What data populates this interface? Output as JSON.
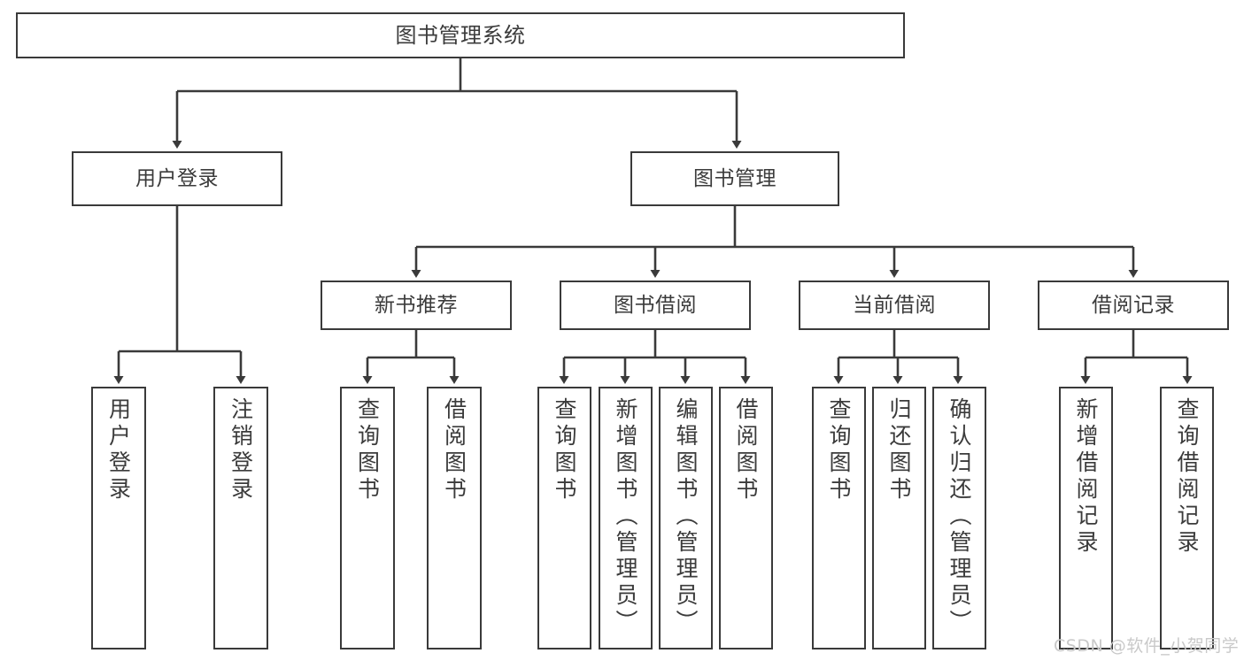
{
  "diagram": {
    "title": "图书管理系统",
    "type": "functional-structure-tree",
    "root": {
      "label": "图书管理系统"
    },
    "level2": [
      {
        "label": "用户登录"
      },
      {
        "label": "图书管理"
      }
    ],
    "level3": [
      {
        "label": "新书推荐"
      },
      {
        "label": "图书借阅"
      },
      {
        "label": "当前借阅"
      },
      {
        "label": "借阅记录"
      }
    ],
    "leaves": {
      "user_login": [
        {
          "label": "用户登录"
        },
        {
          "label": "注销登录"
        }
      ],
      "new_book_recommend": [
        {
          "label": "查询图书"
        },
        {
          "label": "借阅图书"
        }
      ],
      "book_borrow": [
        {
          "label": "查询图书"
        },
        {
          "label": "新增图书（管理员）"
        },
        {
          "label": "编辑图书（管理员）"
        },
        {
          "label": "借阅图书"
        }
      ],
      "current_borrow": [
        {
          "label": "查询图书"
        },
        {
          "label": "归还图书"
        },
        {
          "label": "确认归还（管理员）"
        }
      ],
      "borrow_record": [
        {
          "label": "新增借阅记录"
        },
        {
          "label": "查询借阅记录"
        }
      ]
    }
  },
  "watermark": {
    "text": "CSDN @软件_小贺同学"
  },
  "colors": {
    "stroke": "#3a3a3a",
    "text": "#3b3b3b",
    "background": "#ffffff",
    "watermark": "#c9c9c9"
  }
}
